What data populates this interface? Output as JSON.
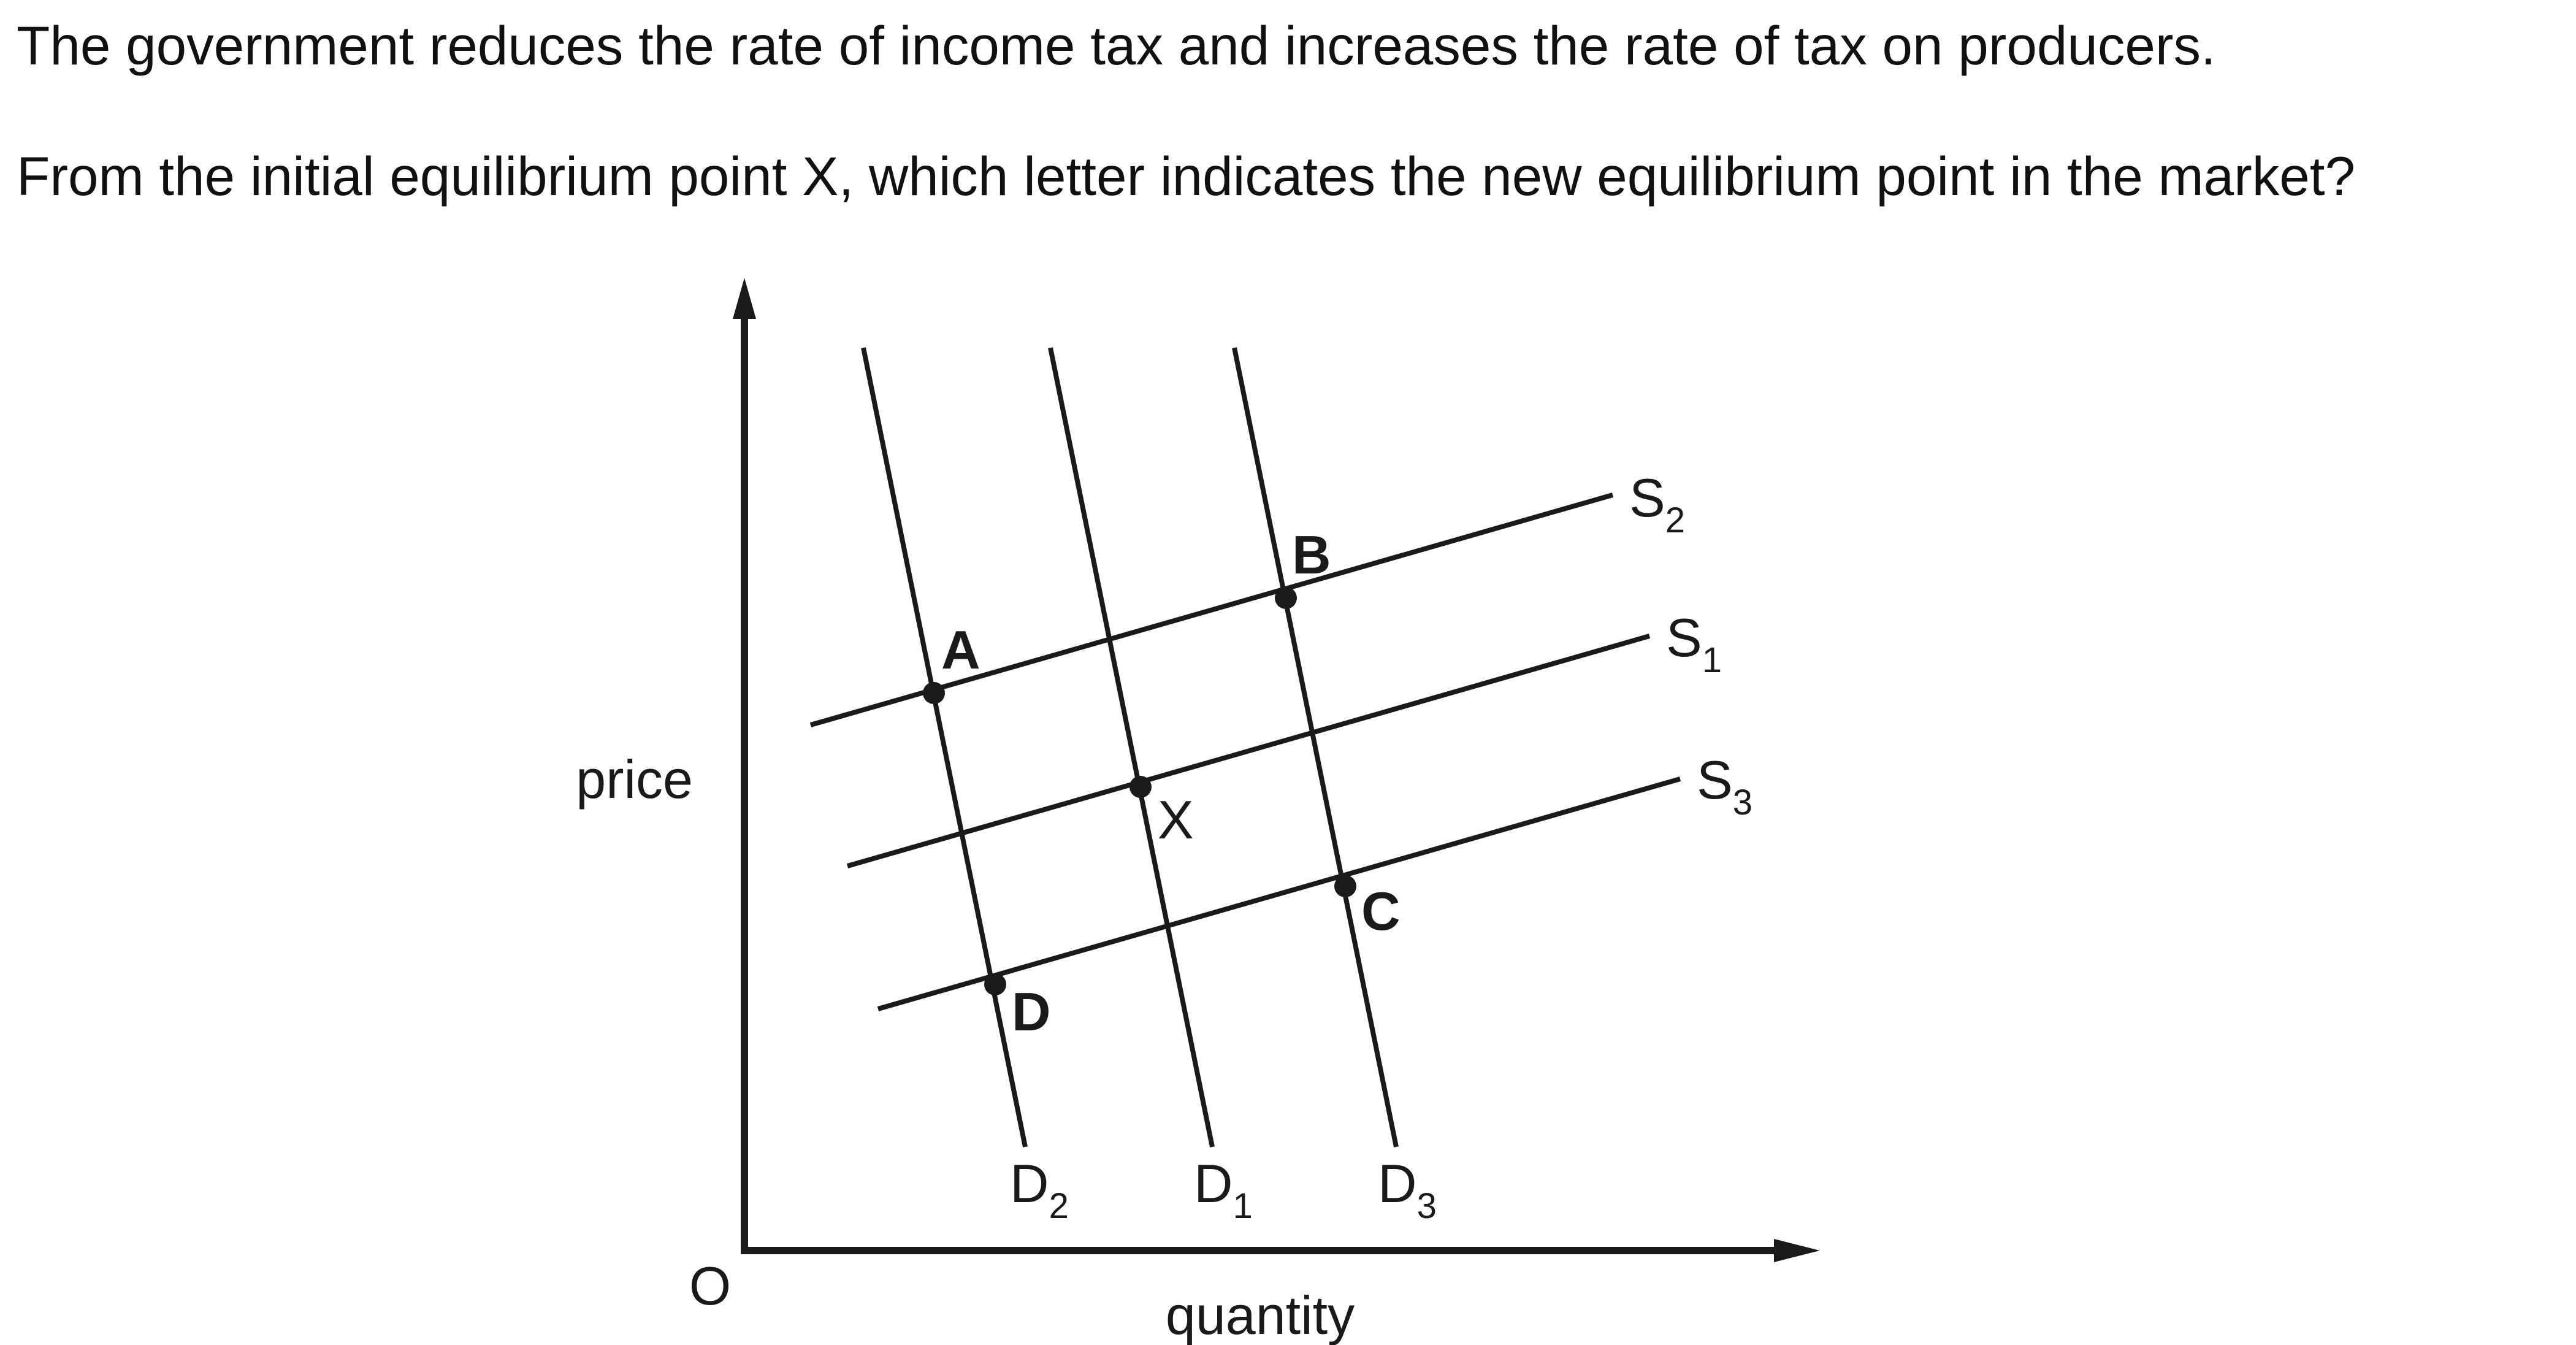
{
  "question": {
    "line1": "The government reduces the rate of income tax and increases the rate of tax on producers.",
    "line2": "From the initial equilibrium point X, which letter indicates the new equilibrium point in the market?"
  },
  "diagram": {
    "origin_label": "O",
    "y_axis_label": "price",
    "x_axis_label": "quantity",
    "supply_curves": [
      {
        "id": "S2",
        "letter": "S",
        "subscript": "2"
      },
      {
        "id": "S1",
        "letter": "S",
        "subscript": "1"
      },
      {
        "id": "S3",
        "letter": "S",
        "subscript": "3"
      }
    ],
    "demand_curves": [
      {
        "id": "D2",
        "letter": "D",
        "subscript": "2"
      },
      {
        "id": "D1",
        "letter": "D",
        "subscript": "1"
      },
      {
        "id": "D3",
        "letter": "D",
        "subscript": "3"
      }
    ],
    "points": [
      {
        "label": "A",
        "demand": "D2",
        "supply": "S2",
        "bold": true
      },
      {
        "label": "B",
        "demand": "D3",
        "supply": "S2",
        "bold": true
      },
      {
        "label": "X",
        "demand": "D1",
        "supply": "S1",
        "bold": false
      },
      {
        "label": "C",
        "demand": "D3",
        "supply": "S3",
        "bold": true
      },
      {
        "label": "D",
        "demand": "D2",
        "supply": "S3",
        "bold": true
      }
    ]
  }
}
